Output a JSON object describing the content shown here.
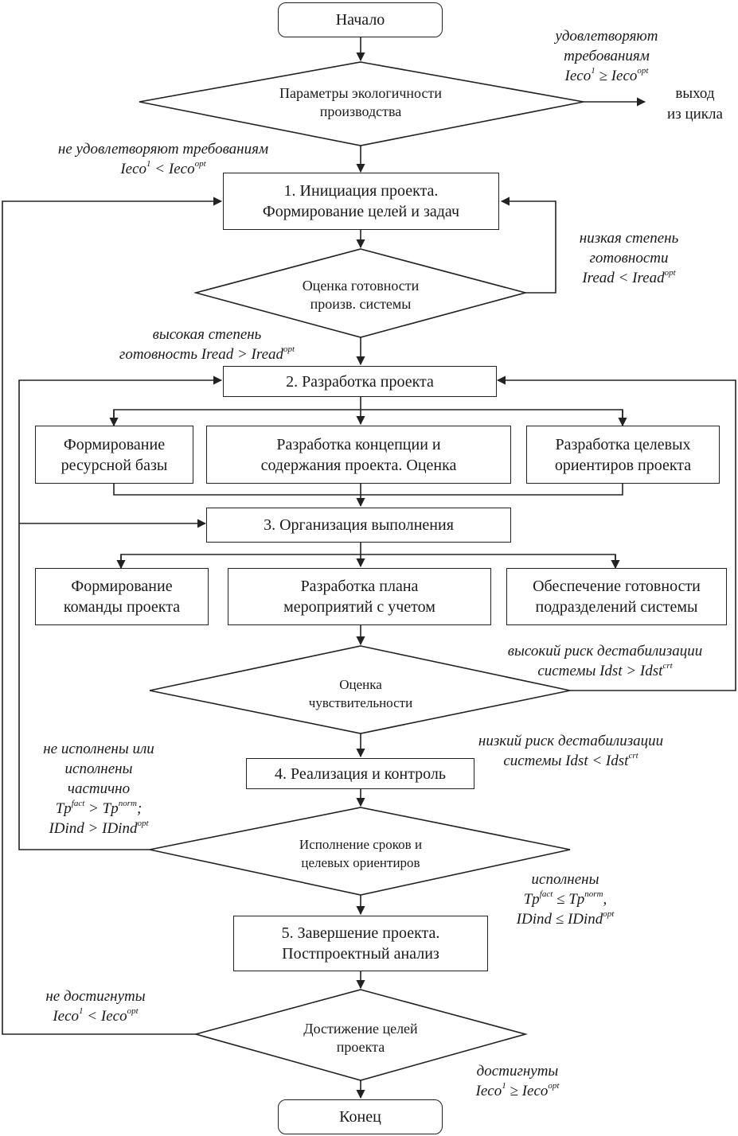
{
  "nodes": {
    "start": "Начало",
    "d1": [
      "Параметры экологичности",
      "производства"
    ],
    "p1": [
      "1. Инициация проекта.",
      "Формирование целей и задач"
    ],
    "d2": [
      "Оценка готовности",
      "произв. системы"
    ],
    "p2": "2. Разработка проекта",
    "s21": [
      "Формирование",
      "ресурсной базы"
    ],
    "s22": [
      "Разработка концепции и",
      "содержания проекта. Оценка"
    ],
    "s23": [
      "Разработка целевых",
      "ориентиров проекта"
    ],
    "p3": "3. Организация выполнения",
    "s31": [
      "Формирование",
      "команды проекта"
    ],
    "s32": [
      "Разработка плана",
      "мероприятий с учетом"
    ],
    "s33": [
      "Обеспечение готовности",
      "подразделений системы"
    ],
    "d3": [
      "Оценка",
      "чувствительности"
    ],
    "p4": "4. Реализация и контроль",
    "d4": [
      "Исполнение сроков и",
      "целевых ориентиров"
    ],
    "p5": [
      "5. Завершение проекта.",
      "Постпроектный анализ"
    ],
    "d5": [
      "Достижение целей",
      "проекта"
    ],
    "end": "Конец"
  },
  "labels": {
    "d1_yes": {
      "line1": "удовлетворяют",
      "line2": "требованиям",
      "base_l": "Ieco",
      "sup_l": "1",
      "op": " ≥ ",
      "base_r": "Ieco",
      "sup_r": "opt"
    },
    "exit": [
      "выход",
      "из цикла"
    ],
    "d1_no": {
      "line1": "не удовлетворяют требованиям",
      "base_l": "Ieco",
      "sup_l": "1",
      "op": " < ",
      "base_r": "Ieco",
      "sup_r": "opt"
    },
    "d2_low": {
      "line1": "низкая степень",
      "line2": "готовности",
      "base_l": "Iread",
      "op": " < ",
      "base_r": "Iread",
      "sup_r": "opt"
    },
    "d2_high": {
      "line1": "высокая степень",
      "line2": "готовность Iread > Iread",
      "sup_r": "opt"
    },
    "d3_high": {
      "line1": "высокий риск дестабилизации",
      "line2": "системы Idst > Idst",
      "sup_r": "crt"
    },
    "d3_low": {
      "line1": "низкий риск дестабилизации",
      "line2": "системы Idst < Idst",
      "sup_r": "crt"
    },
    "d4_no": {
      "line1": "не исполнены или",
      "line2": "исполнены",
      "line3": "частично",
      "tp": "Tp",
      "sup_fact": "fact",
      "op1": " > ",
      "sup_norm": "norm",
      "tail1": ";",
      "id": "IDind",
      "op2": " > ",
      "sup_opt": "opt"
    },
    "d4_yes": {
      "line1": "исполнены",
      "tp": "Tp",
      "sup_fact": "fact",
      "op1": " ≤ ",
      "sup_norm": "norm",
      "tail1": ",",
      "id": "IDind",
      "op2": " ≤ ",
      "sup_opt": "opt"
    },
    "d5_no": {
      "line1": "не достигнуты",
      "base_l": "Ieco",
      "sup_l": "1",
      "op": " < ",
      "base_r": "Ieco",
      "sup_r": "opt"
    },
    "d5_yes": {
      "line1": "достигнуты",
      "base_l": "Ieco",
      "sup_l": "1",
      "op": " ≥ ",
      "base_r": "Ieco",
      "sup_r": "opt"
    }
  }
}
